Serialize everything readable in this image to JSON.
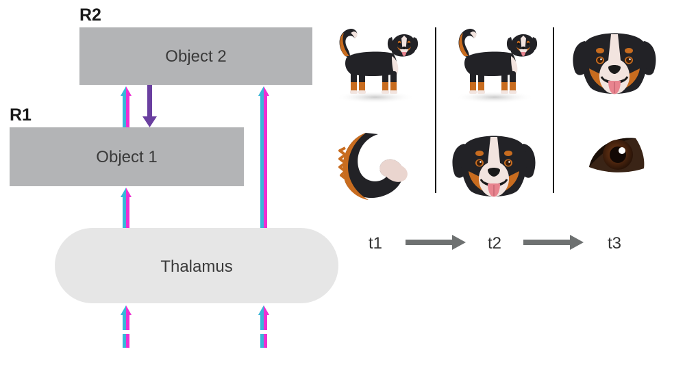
{
  "regions": {
    "r2_label": "R2",
    "r1_label": "R1"
  },
  "boxes": {
    "object2": "Object 2",
    "object1": "Object 1",
    "thalamus": "Thalamus"
  },
  "timeline": {
    "t1": "t1",
    "t2": "t2",
    "t3": "t3"
  },
  "panels": [
    {
      "top": "full-dog",
      "bottom": "tail"
    },
    {
      "top": "full-dog",
      "bottom": "dog-face"
    },
    {
      "top": "dog-face",
      "bottom": "eye"
    }
  ],
  "colors": {
    "box_fill": "#b3b4b6",
    "thalamus_fill": "#e6e6e6",
    "feedforward_magenta": "#ee2fd2",
    "feedforward_cyan": "#38b6d8",
    "feedback_purple": "#6a3fa0",
    "time_arrow": "#6e7171",
    "dog_black": "#222226",
    "dog_tan": "#c86c1f",
    "dog_white": "#f2e4df"
  },
  "icons": [
    "full-dog-icon",
    "tail-icon",
    "dog-face-icon",
    "eye-icon"
  ]
}
